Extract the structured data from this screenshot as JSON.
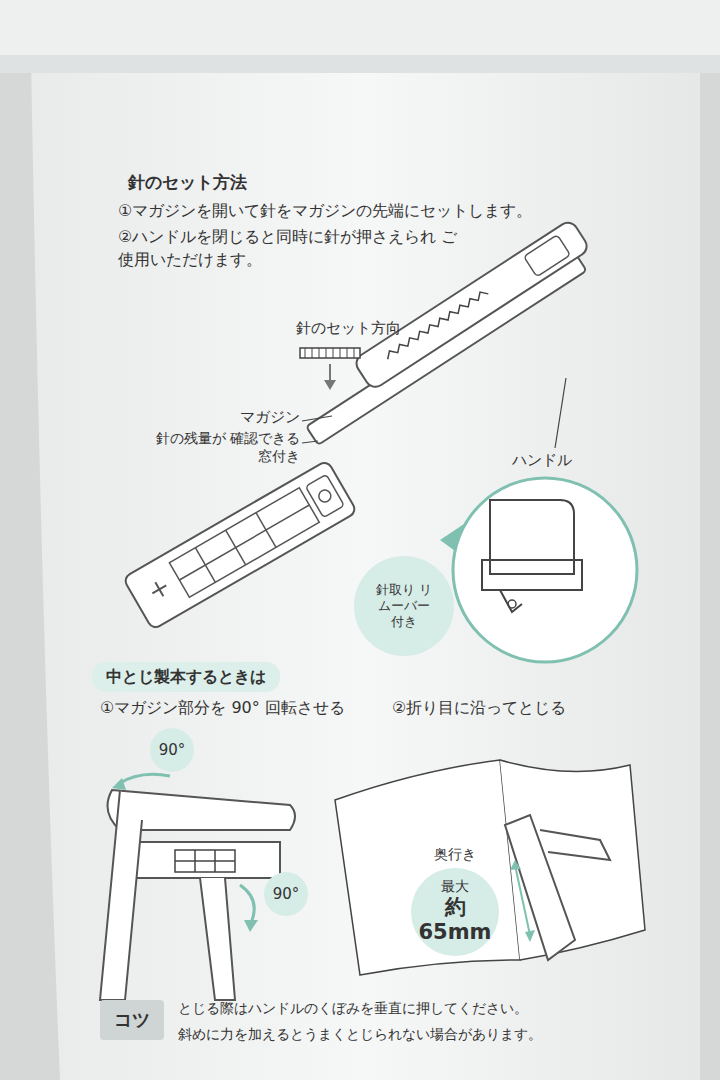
{
  "diagram": {
    "nodes": [
      {
        "text": [
          "針取り リムーバー 付き"
        ]
      },
      {
        "text": [
          "中とじ製本するときは"
        ]
      },
      {
        "text": [
          "90°"
        ]
      },
      {
        "text": [
          "90°"
        ]
      },
      {
        "text": [
          "奥行き",
          "最大",
          "約65mm"
        ]
      },
      {
        "text": [
          "コツ"
        ]
      }
    ],
    "edges": [],
    "labels": [
      "針のセット方法",
      "①マガジンを開いて針をマガジンの先端にセットします。",
      "②ハンドルを閉じると同時に針が押さえられ ご使用いただけます。",
      "針のセット方向",
      "マガジン",
      "針の残量が 確認できる窓付き",
      "ハンドル",
      "①マガジン部分を 90° 回転させる",
      "②折り目に沿ってとじる",
      "とじる際はハンドルのくぼみを垂直に押してください。",
      "斜めに力を加えるとうまくとじられない場合があります。"
    ]
  }
}
